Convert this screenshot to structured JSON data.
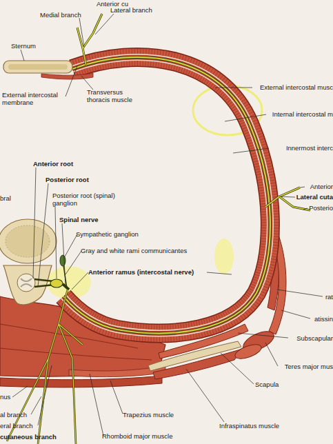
{
  "diagram": {
    "labels": [
      "Anterior cu",
      "Medial branch",
      "Lateral branch",
      "Sternum",
      "External intercostal membrane",
      "Transversus thoracis muscle",
      "External intercostal musc",
      "Internal intercostal m",
      "Innermost interc",
      "Anterior root",
      "Posterior root",
      "bral",
      "Posterior root (spinal) ganglion",
      "Spinal nerve",
      "Sympathetic ganglion",
      "Gray and white rami communicantes",
      "Anterior ramus (intercostal nerve)",
      "Anterior",
      "Lateral cuta",
      "Posterio",
      "rat",
      "atissin",
      "Subscapular",
      "Teres major mus",
      "Scapula",
      "Infraspinatus muscle",
      "Trapezius muscle",
      "Rhomboid major muscle",
      "nus",
      "al branch",
      "eral branch",
      "cutaneous branch"
    ]
  }
}
